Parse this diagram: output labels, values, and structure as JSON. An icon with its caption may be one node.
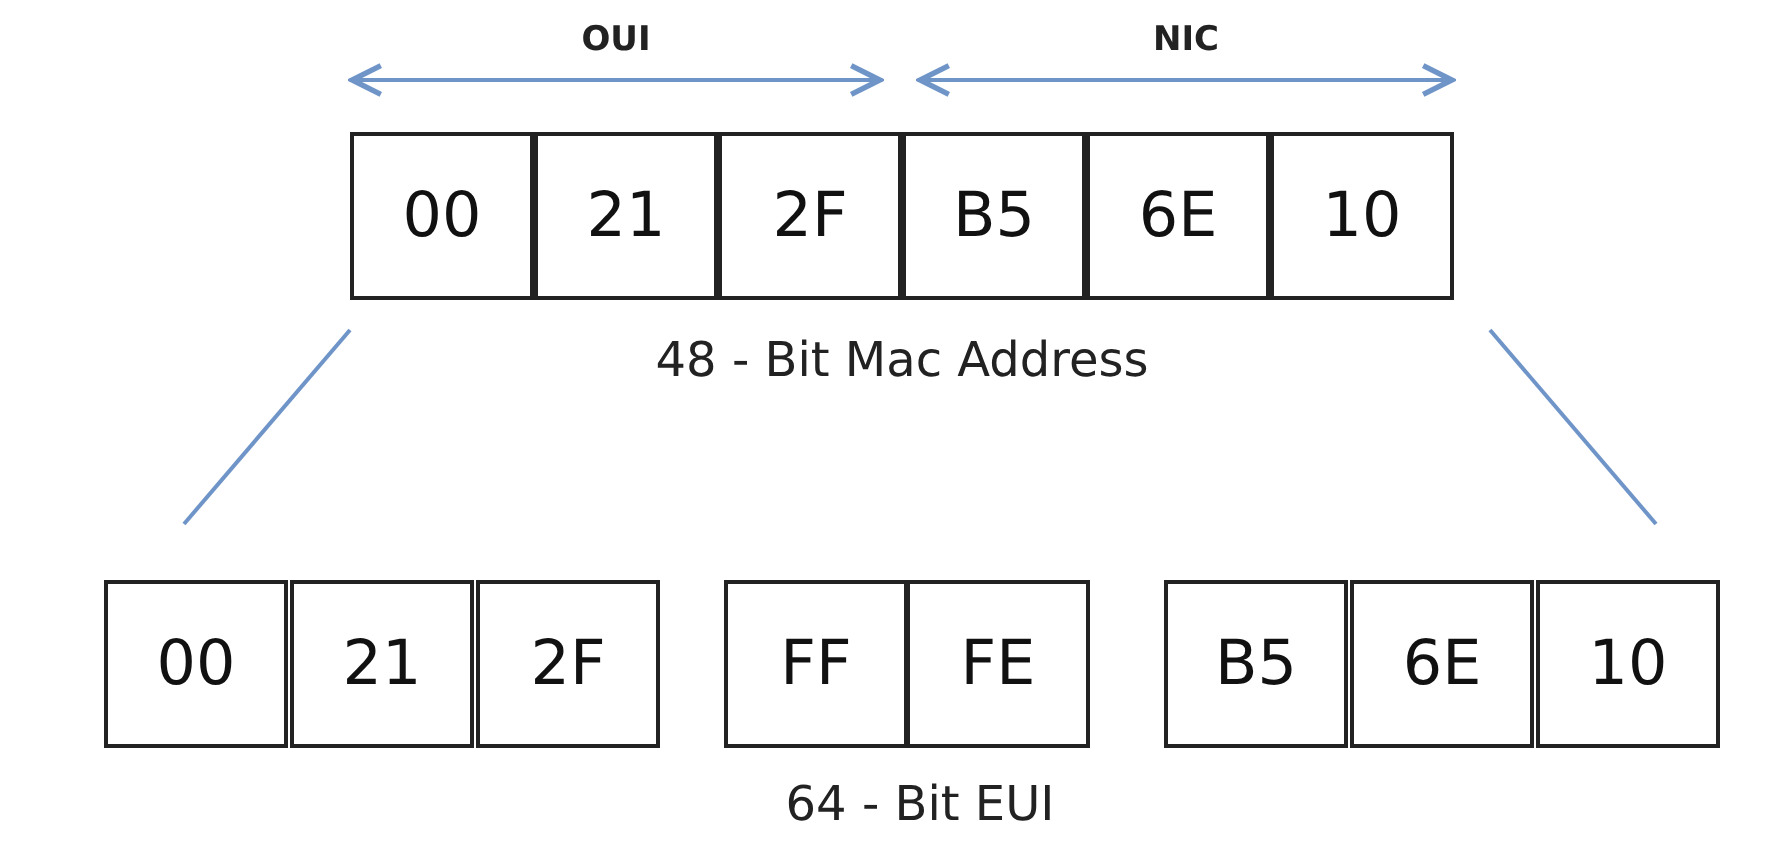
{
  "diagram": {
    "nodes": [
      {
        "text": [
          "00"
        ]
      },
      {
        "text": [
          "21"
        ]
      },
      {
        "text": [
          "2F"
        ]
      },
      {
        "text": [
          "B5"
        ]
      },
      {
        "text": [
          "6E"
        ]
      },
      {
        "text": [
          "10"
        ]
      },
      {
        "text": [
          "00"
        ]
      },
      {
        "text": [
          "21"
        ]
      },
      {
        "text": [
          "2F"
        ]
      },
      {
        "text": [
          "FF"
        ]
      },
      {
        "text": [
          "FE"
        ]
      },
      {
        "text": [
          "B5"
        ]
      },
      {
        "text": [
          "6E"
        ]
      },
      {
        "text": [
          "10"
        ]
      }
    ],
    "edges": [],
    "labels": [
      "OUI",
      "NIC",
      "48 - Bit Mac Address",
      "64 - Bit EUI"
    ]
  }
}
